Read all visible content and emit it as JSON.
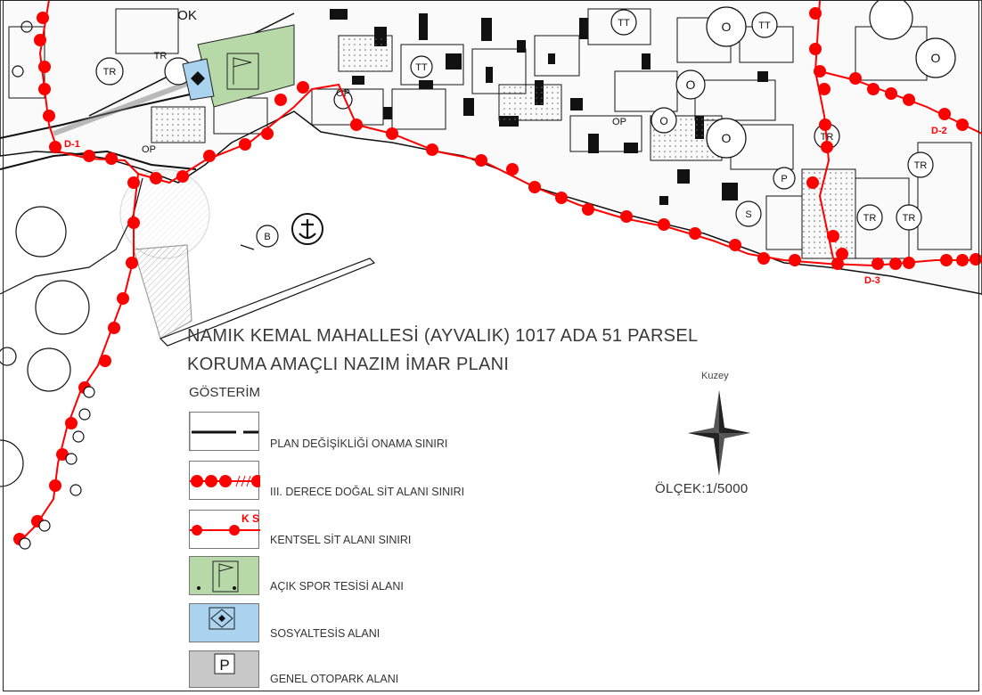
{
  "title": {
    "line1": "NAMIK KEMAL MAHALLESİ (AYVALIK) 1017 ADA 51 PARSEL",
    "line2": "KORUMA AMAÇLI NAZIM İMAR PLANI"
  },
  "legend": {
    "heading": "GÖSTERİM",
    "items": [
      {
        "label": "PLAN DEĞİŞİKLİĞİ ONAMA SINIRI",
        "symbol": "dashed-black-line"
      },
      {
        "label": "III. DERECE DOĞAL SİT ALANI SINIRI",
        "symbol": "red-dot-line"
      },
      {
        "label": "KENTSEL SİT ALANI SINIRI",
        "symbol": "red-ks-line",
        "tag": "K S"
      },
      {
        "label": "AÇIK SPOR TESİSİ ALANI",
        "symbol": "flag-icon",
        "fill": "#b7d9a8"
      },
      {
        "label": "SOSYALTESİS ALANI",
        "symbol": "diamond-icon",
        "fill": "#a9d3ee"
      },
      {
        "label": "GENEL OTOPARK ALANI",
        "symbol": "parking-icon",
        "fill": "#c8c8c8",
        "letter": "P"
      }
    ]
  },
  "north": {
    "label": "Kuzey"
  },
  "scale": {
    "label": "ÖLÇEK:1/5000"
  },
  "map_labels": {
    "ok": "OK",
    "tr": "TR",
    "tt": "TT",
    "op": "OP",
    "o": "O",
    "p": "P",
    "s": "S",
    "b": "B",
    "d1": "D-1",
    "d2": "D-2",
    "d3": "D-3"
  },
  "colors": {
    "boundary_red": "#ff0000",
    "sport_green": "#b7d9a8",
    "social_blue": "#a9d3ee",
    "parking_gray": "#c8c8c8"
  }
}
